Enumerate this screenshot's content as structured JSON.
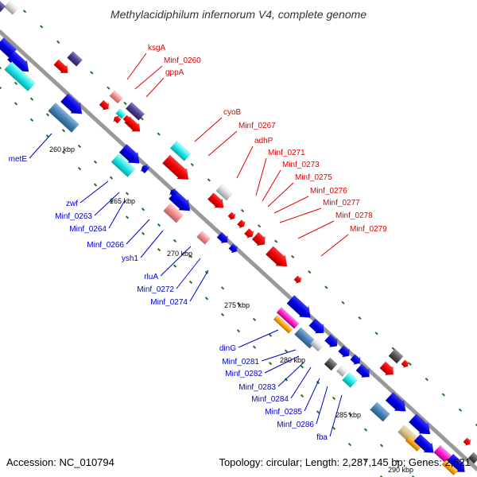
{
  "title": "Methylacidiphilum infernorum V4, complete genome",
  "accession_label": "Accession: NC_010794",
  "topology_label": "Topology: circular; Length: 2,287,145 bp; Genes: 2,521",
  "colors": {
    "backbone": "#999999",
    "forward_label": "#e00000",
    "reverse_label": "#0000c8",
    "tick_dot": "#1a7a1a"
  },
  "ticks": [
    "260 kbp",
    "265 kbp",
    "270 kbp",
    "275 kbp",
    "280 kbp",
    "285 kbp",
    "290 kbp"
  ],
  "forward_labels": [
    "ksgA",
    "Minf_0260",
    "gppA",
    "cyoB",
    "Minf_0267",
    "adhP",
    "Minf_0271",
    "Minf_0273",
    "Minf_0275",
    "Minf_0276",
    "Minf_0277",
    "Minf_0278",
    "Minf_0279"
  ],
  "reverse_labels": [
    "metE",
    "zwf",
    "Minf_0263",
    "Minf_0264",
    "Minf_0266",
    "ysh1",
    "rluA",
    "Minf_0272",
    "Minf_0274",
    "dinG",
    "Minf_0281",
    "Minf_0282",
    "Minf_0283",
    "Minf_0284",
    "Minf_0285",
    "Minf_0286",
    "fba"
  ]
}
